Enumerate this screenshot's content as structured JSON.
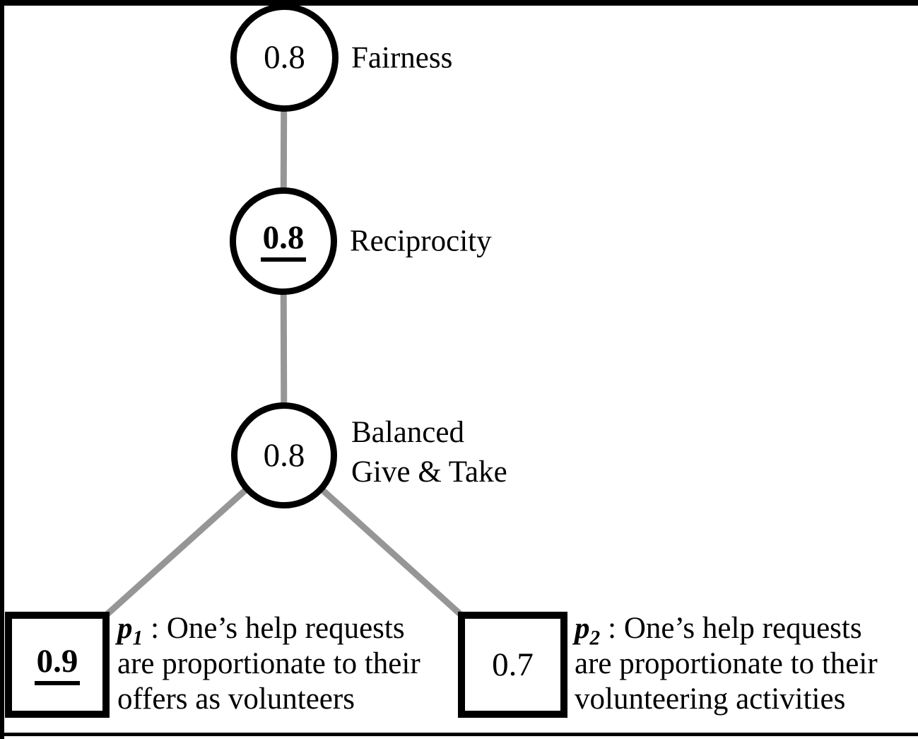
{
  "colors": {
    "background": "#ffffff",
    "frame_border": "#000000",
    "node_border": "#000000",
    "edge_gray": "#969696",
    "text": "#000000"
  },
  "diagram": {
    "type": "tree",
    "nodes": {
      "fairness": {
        "shape": "circle",
        "value": "0.8",
        "emphasized": false,
        "label": "Fairness"
      },
      "reciprocity": {
        "shape": "circle",
        "value": "0.8",
        "emphasized": true,
        "label": "Reciprocity"
      },
      "balanced": {
        "shape": "circle",
        "value": "0.8",
        "emphasized": false,
        "label_line1": "Balanced",
        "label_line2": "Give & Take"
      },
      "p1": {
        "shape": "square",
        "value": "0.9",
        "emphasized": true,
        "symbol": "p",
        "subscript": "1",
        "desc_line1": ": One’s help requests",
        "desc_line2": "are proportionate to their",
        "desc_line3": "offers as volunteers"
      },
      "p2": {
        "shape": "square",
        "value": "0.7",
        "emphasized": false,
        "symbol": "p",
        "subscript": "2",
        "desc_line1": ": One’s help requests",
        "desc_line2": "are proportionate to their",
        "desc_line3": "volunteering activities"
      }
    },
    "edges": [
      {
        "from": "fairness",
        "to": "reciprocity"
      },
      {
        "from": "reciprocity",
        "to": "balanced"
      },
      {
        "from": "balanced",
        "to": "p1"
      },
      {
        "from": "balanced",
        "to": "p2"
      }
    ]
  }
}
